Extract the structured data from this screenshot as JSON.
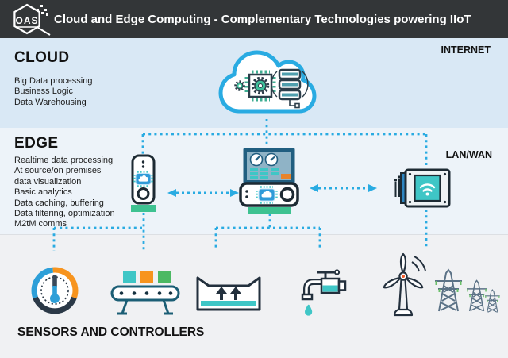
{
  "header": {
    "logo_text": "OAS",
    "title": "Cloud and Edge Computing - Complementary Technologies powering IIoT"
  },
  "cloud_band": {
    "title": "CLOUD",
    "bullets": [
      "Big Data processing",
      "Business Logic",
      "Data Warehousing"
    ],
    "right_label": "INTERNET"
  },
  "edge_band": {
    "title": "EDGE",
    "bullets": [
      "Realtime data processing",
      "At source/on premises",
      "data visualization",
      "Basic analytics",
      "Data caching, buffering",
      "Data filtering, optimization",
      "M2tM comms"
    ],
    "right_label": "LAN/WAN"
  },
  "sensors_band": {
    "title": "SENSORS AND CONTROLLERS"
  },
  "icons": {
    "header": [
      "oas-logo"
    ],
    "cloud": [
      "cloud-icon",
      "cpu-chip-icon",
      "gear-icon",
      "server-stack-icon"
    ],
    "edge": [
      "edge-gateway-icon",
      "hmi-monitor-icon",
      "edge-device-icon",
      "wifi-panel-icon"
    ],
    "sensors": [
      "gauge-thermometer-icon",
      "conveyor-belt-icon",
      "container-icon",
      "water-valve-icon",
      "wind-turbine-icon",
      "power-towers-icon"
    ]
  },
  "palette": {
    "header_bg": "#333638",
    "cloud_band_bg": "#d9e8f5",
    "edge_band_bg": "#edf3f9",
    "sensors_band_bg": "#f0f1f3",
    "connector_blue": "#29abe2",
    "accent_green": "#3ec291",
    "accent_teal": "#3fc6c6",
    "accent_orange": "#f7941e",
    "accent_blue": "#2d9fd8",
    "dark_outline": "#1d2a33"
  }
}
